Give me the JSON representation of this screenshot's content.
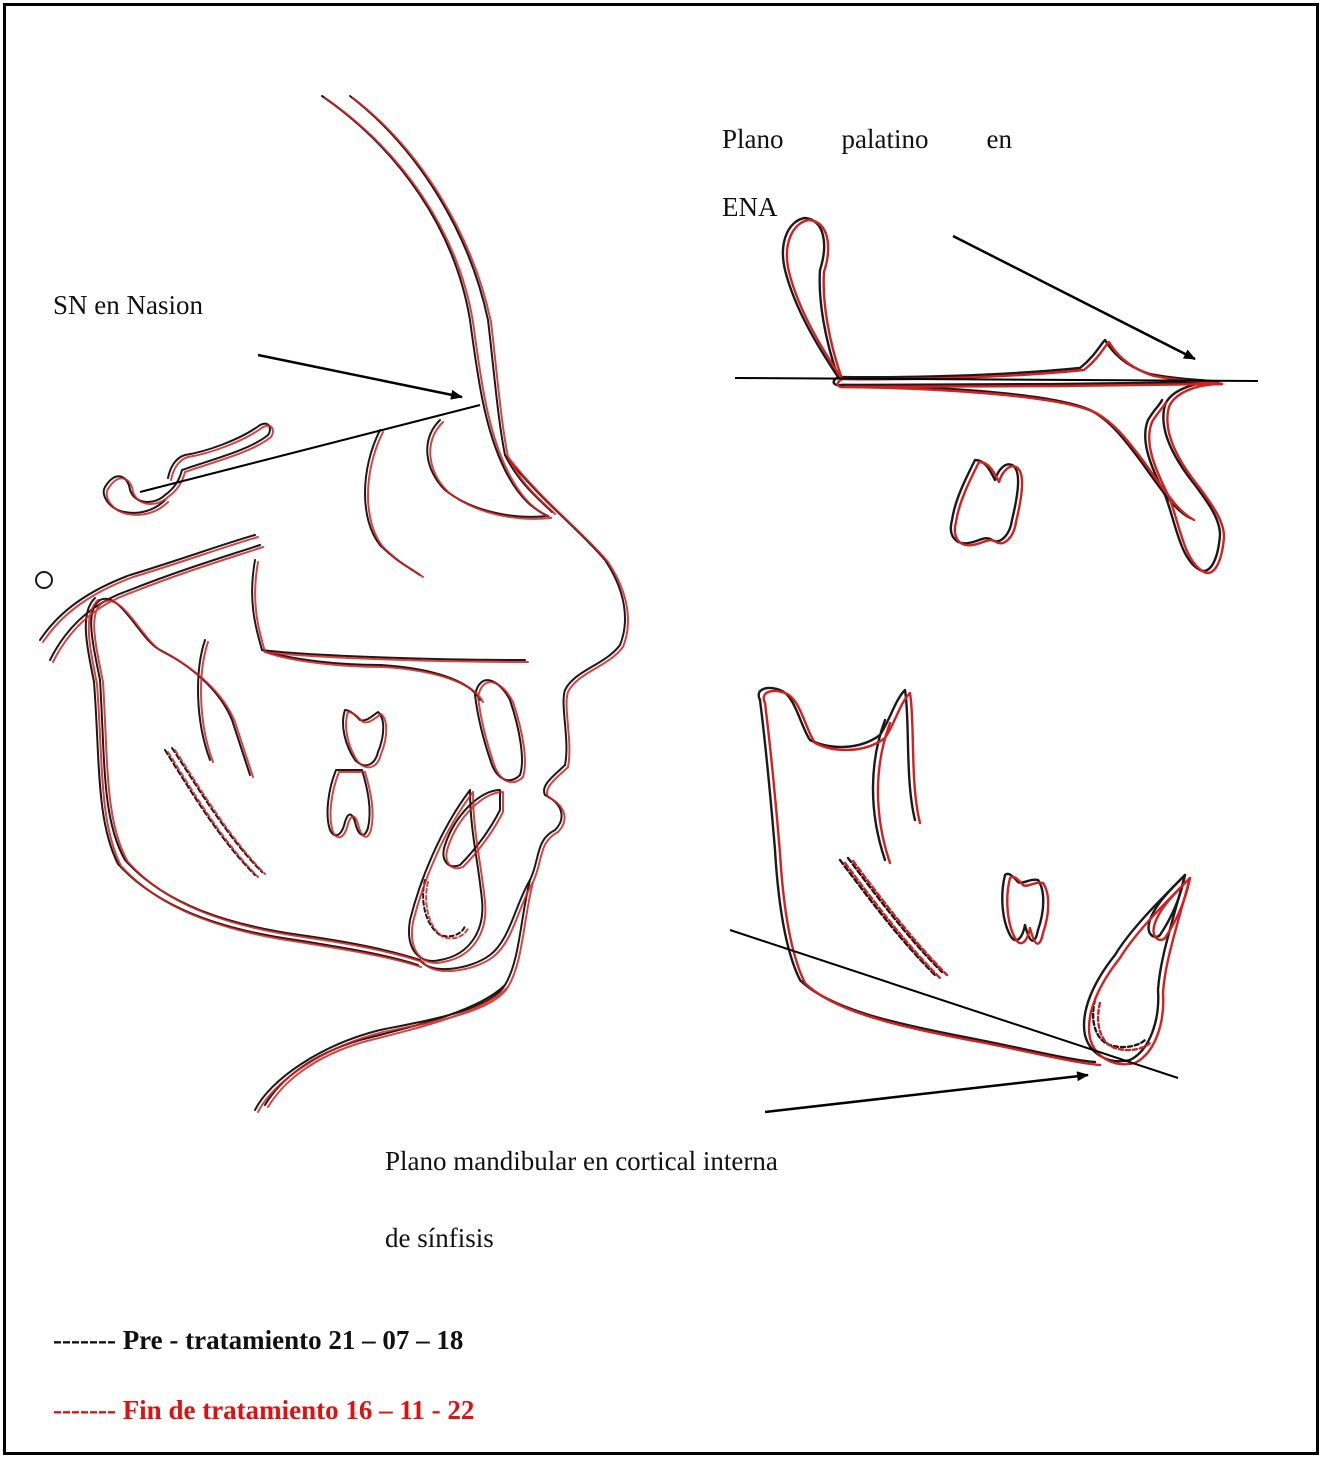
{
  "labels": {
    "sn": "SN en Nasion",
    "palatal_words": [
      "Plano",
      "palatino",
      "en"
    ],
    "palatal_line2": "ENA",
    "mandibular_line1": "Plano mandibular en cortical interna",
    "mandibular_line2": "de sínfisis"
  },
  "legend": {
    "pre": {
      "text": "------- Pre - tratamiento 21 – 07 – 18",
      "color": "#111111"
    },
    "post": {
      "text": "------- Fin de tratamiento 16 – 11 - 22",
      "color": "#e01010"
    }
  },
  "colors": {
    "pre_tracing": "#1a1a1a",
    "post_tracing": "#d42020",
    "arrow": "#000000",
    "frame": "#000000"
  }
}
